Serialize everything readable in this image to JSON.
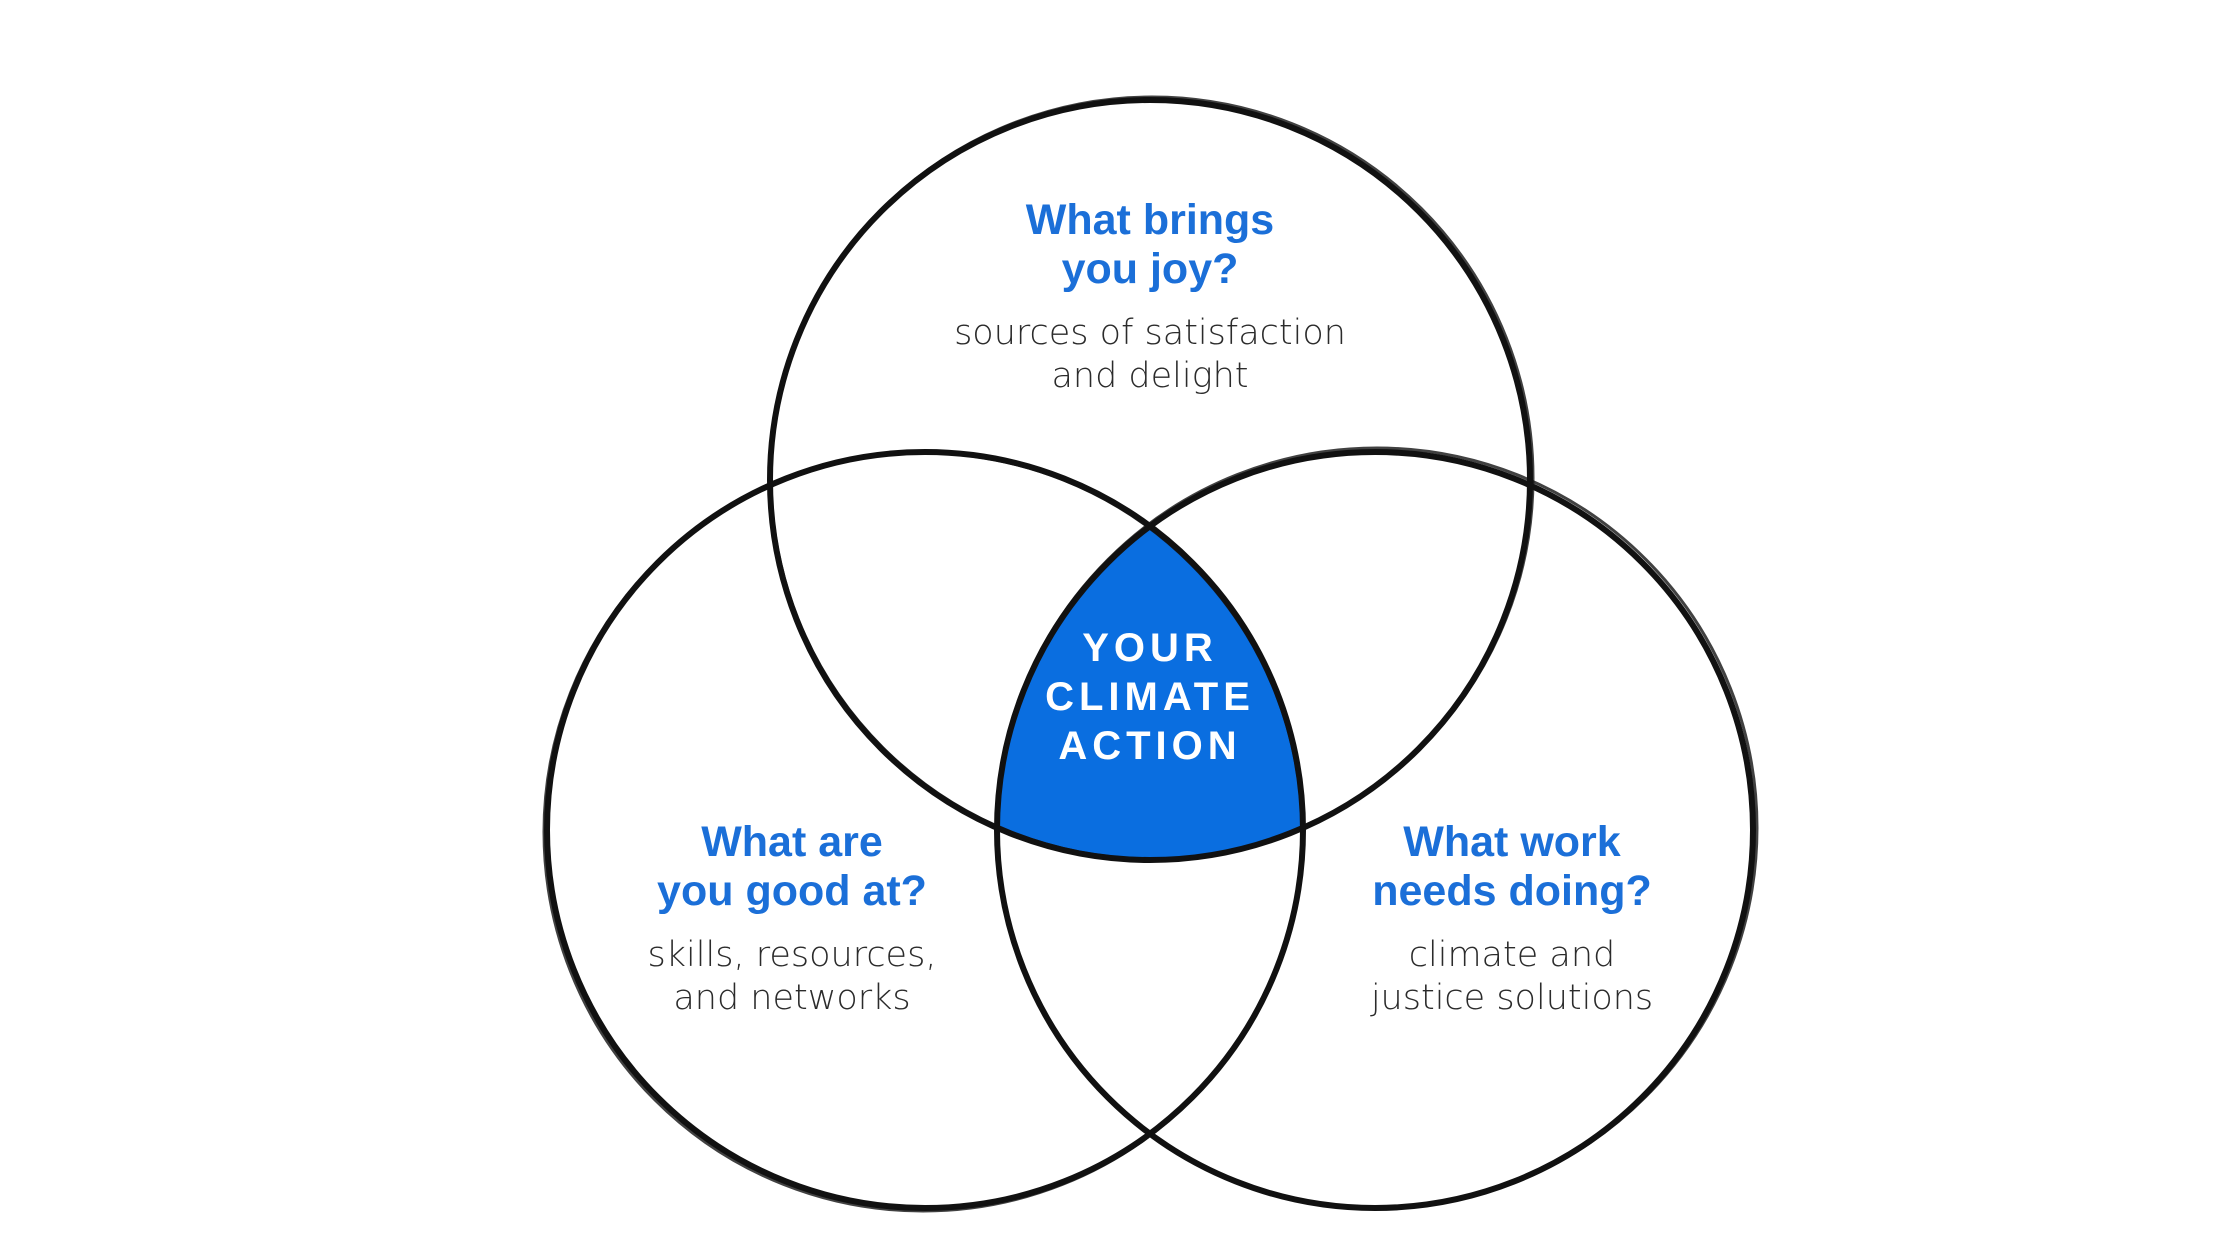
{
  "colors": {
    "accent_blue": "#1b6fd8",
    "center_fill": "#0a6ee0",
    "outline": "#111111",
    "body_text": "#2b2b2b",
    "background": "#ffffff"
  },
  "circles": {
    "top": {
      "heading": [
        "What brings",
        "you joy?"
      ],
      "description": [
        "sources of satisfaction",
        "and delight"
      ]
    },
    "left": {
      "heading": [
        "What are",
        "you good at?"
      ],
      "description": [
        "skills, resources,",
        "and networks"
      ]
    },
    "right": {
      "heading": [
        "What work",
        "needs doing?"
      ],
      "description": [
        "climate and",
        "justice solutions"
      ]
    }
  },
  "center": {
    "text": [
      "YOUR",
      "CLIMATE",
      "ACTION"
    ]
  }
}
